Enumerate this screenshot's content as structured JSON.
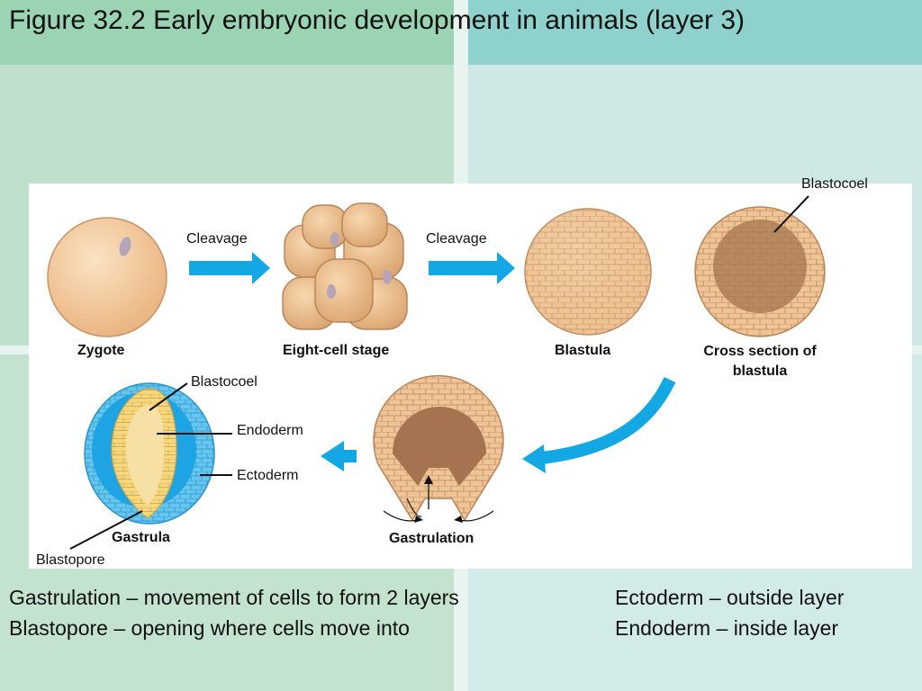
{
  "title": "Figure 32.2 Early embryonic development in animals (layer 3)",
  "diagram": {
    "stage_labels": {
      "zygote": "Zygote",
      "eight_cell": "Eight-cell stage",
      "blastula": "Blastula",
      "cross_section": "Cross section of blastula",
      "gastrulation": "Gastrulation",
      "gastrula": "Gastrula"
    },
    "process_labels": {
      "cleavage_1": "Cleavage",
      "cleavage_2": "Cleavage"
    },
    "part_labels": {
      "blastocoel_top": "Blastocoel",
      "blastocoel_gastrula": "Blastocoel",
      "endoderm": "Endoderm",
      "ectoderm": "Ectoderm",
      "blastopore": "Blastopore"
    },
    "colors": {
      "arrow": "#13a7e4",
      "cell_fill": "#f3c99b",
      "cell_stroke": "#b8865a",
      "ectoderm": "#3cb2ea",
      "endoderm": "#f7dc6c"
    }
  },
  "captions": {
    "left_1": "Gastrulation – movement of cells to form 2 layers",
    "left_2": "Blastopore – opening where cells move into",
    "right_1": "Ectoderm – outside layer",
    "right_2": "Endoderm – inside layer"
  }
}
